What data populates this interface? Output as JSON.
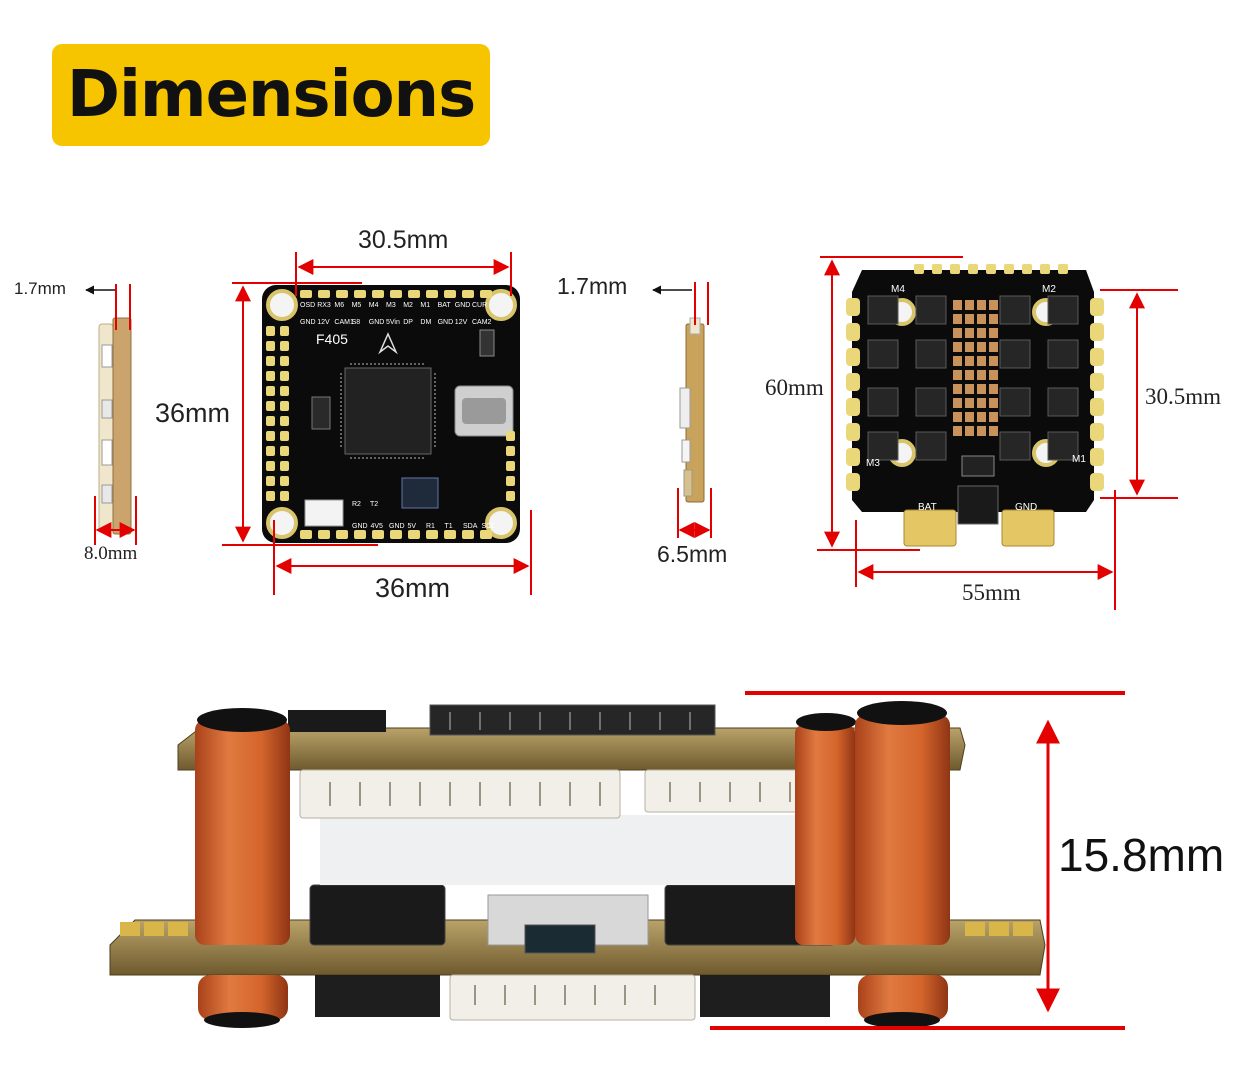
{
  "title": "Dimensions",
  "fc": {
    "model": "F405",
    "top_pads": [
      "OSD",
      "RX3",
      "M6",
      "M5",
      "M4",
      "M3",
      "M2",
      "M1",
      "BAT",
      "GND",
      "CUR"
    ],
    "top_pads2": [
      "GND",
      "12V",
      "CAM1",
      "S8",
      "GND",
      "5Vin",
      "DP",
      "DM",
      "GND",
      "12V",
      "CAM2"
    ],
    "bottom_pads": [
      "GND",
      "4V5",
      "GND",
      "5V",
      "R1",
      "T1",
      "SDA",
      "SCL"
    ],
    "bottom_pads2": [
      "R2",
      "T2"
    ],
    "width_label": "30.5mm",
    "height_label": "36mm",
    "outer_label": "36mm"
  },
  "fc_side": {
    "top_label": "1.7mm",
    "bottom_label": "8.0mm"
  },
  "esc_side": {
    "top_label": "1.7mm",
    "bottom_label": "6.5mm"
  },
  "esc": {
    "motor_labels": [
      "M4",
      "M2",
      "M3",
      "M1"
    ],
    "pad_labels": [
      "BAT",
      "GND"
    ],
    "height_label": "60mm",
    "mount_label": "30.5mm",
    "width_label": "55mm"
  },
  "stack": {
    "height_label": "15.8mm"
  },
  "colors": {
    "accent": "#f7c400",
    "dimension": "#e30000",
    "pcb": "#0b0b0b",
    "pad": "#e9d77a",
    "standoff": "#d2662e"
  }
}
